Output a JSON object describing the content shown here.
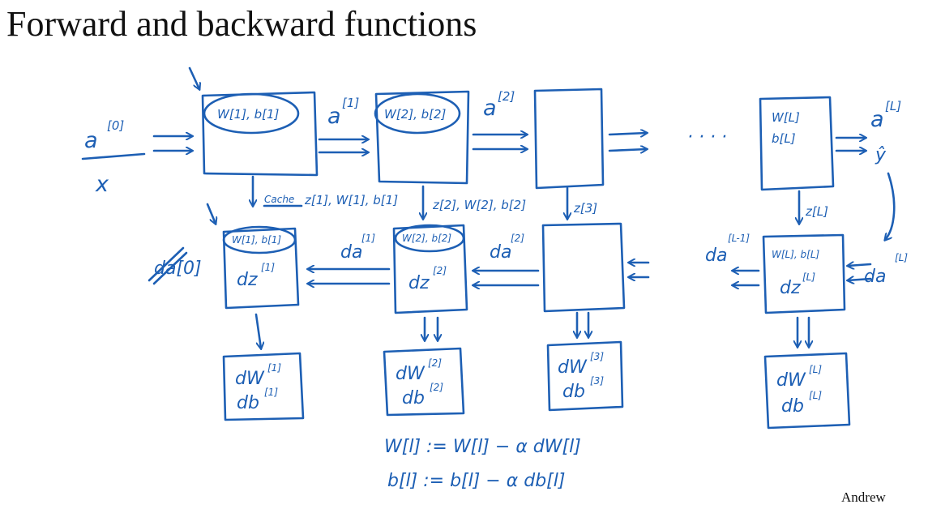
{
  "slide": {
    "title": "Forward and backward functions",
    "credit": "Andrew"
  },
  "colors": {
    "ink": "#1d5fb4",
    "text": "#111111",
    "background": "#ffffff"
  },
  "forward": {
    "input_top": "a",
    "input_top_sup": "[0]",
    "input_bottom": "x",
    "blocks": [
      {
        "params": "W[1], b[1]",
        "output": "a",
        "output_sup": "[1]"
      },
      {
        "params": "W[2], b[2]",
        "output": "a",
        "output_sup": "[2]"
      },
      {
        "params": "",
        "output": "",
        "output_sup": ""
      },
      {
        "params_top": "W[L]",
        "params_bottom": "b[L]",
        "output": "a",
        "output_sup": "[L]",
        "output_hat": "ŷ"
      }
    ],
    "dots": "· · · ·"
  },
  "cache": {
    "cache_word": "Cache",
    "layer1": "z[1], W[1], b[1]",
    "layer2": "z[2], W[2], b[2]",
    "layer3": "z[3]",
    "layerL": "z[L]"
  },
  "backward": {
    "crossed_out": "da[0]",
    "blocks": [
      {
        "params": "W[1], b[1]",
        "dz": "dz",
        "dz_sup": "[1]",
        "input_grad": "da",
        "input_grad_sup": "[1]"
      },
      {
        "params": "W[2], b[2]",
        "dz": "dz",
        "dz_sup": "[2]",
        "input_grad": "da",
        "input_grad_sup": "[2]"
      },
      {
        "params": "",
        "dz": "",
        "dz_sup": ""
      },
      {
        "params": "W[L], b[L]",
        "dz": "dz",
        "dz_sup": "[L]",
        "input_grad": "da",
        "input_grad_sup": "[L]",
        "output_grad": "da",
        "output_grad_sup": "[L-1]"
      }
    ]
  },
  "gradients": [
    {
      "dw": "dW",
      "dw_sup": "[1]",
      "db": "db",
      "db_sup": "[1]"
    },
    {
      "dw": "dW",
      "dw_sup": "[2]",
      "db": "db",
      "db_sup": "[2]"
    },
    {
      "dw": "dW",
      "dw_sup": "[3]",
      "db": "db",
      "db_sup": "[3]"
    },
    {
      "dw": "dW",
      "dw_sup": "[L]",
      "db": "db",
      "db_sup": "[L]"
    }
  ],
  "update": {
    "w_rule": "W[l] := W[l] − α dW[l]",
    "b_rule": "b[l] := b[l] − α db[l]"
  }
}
